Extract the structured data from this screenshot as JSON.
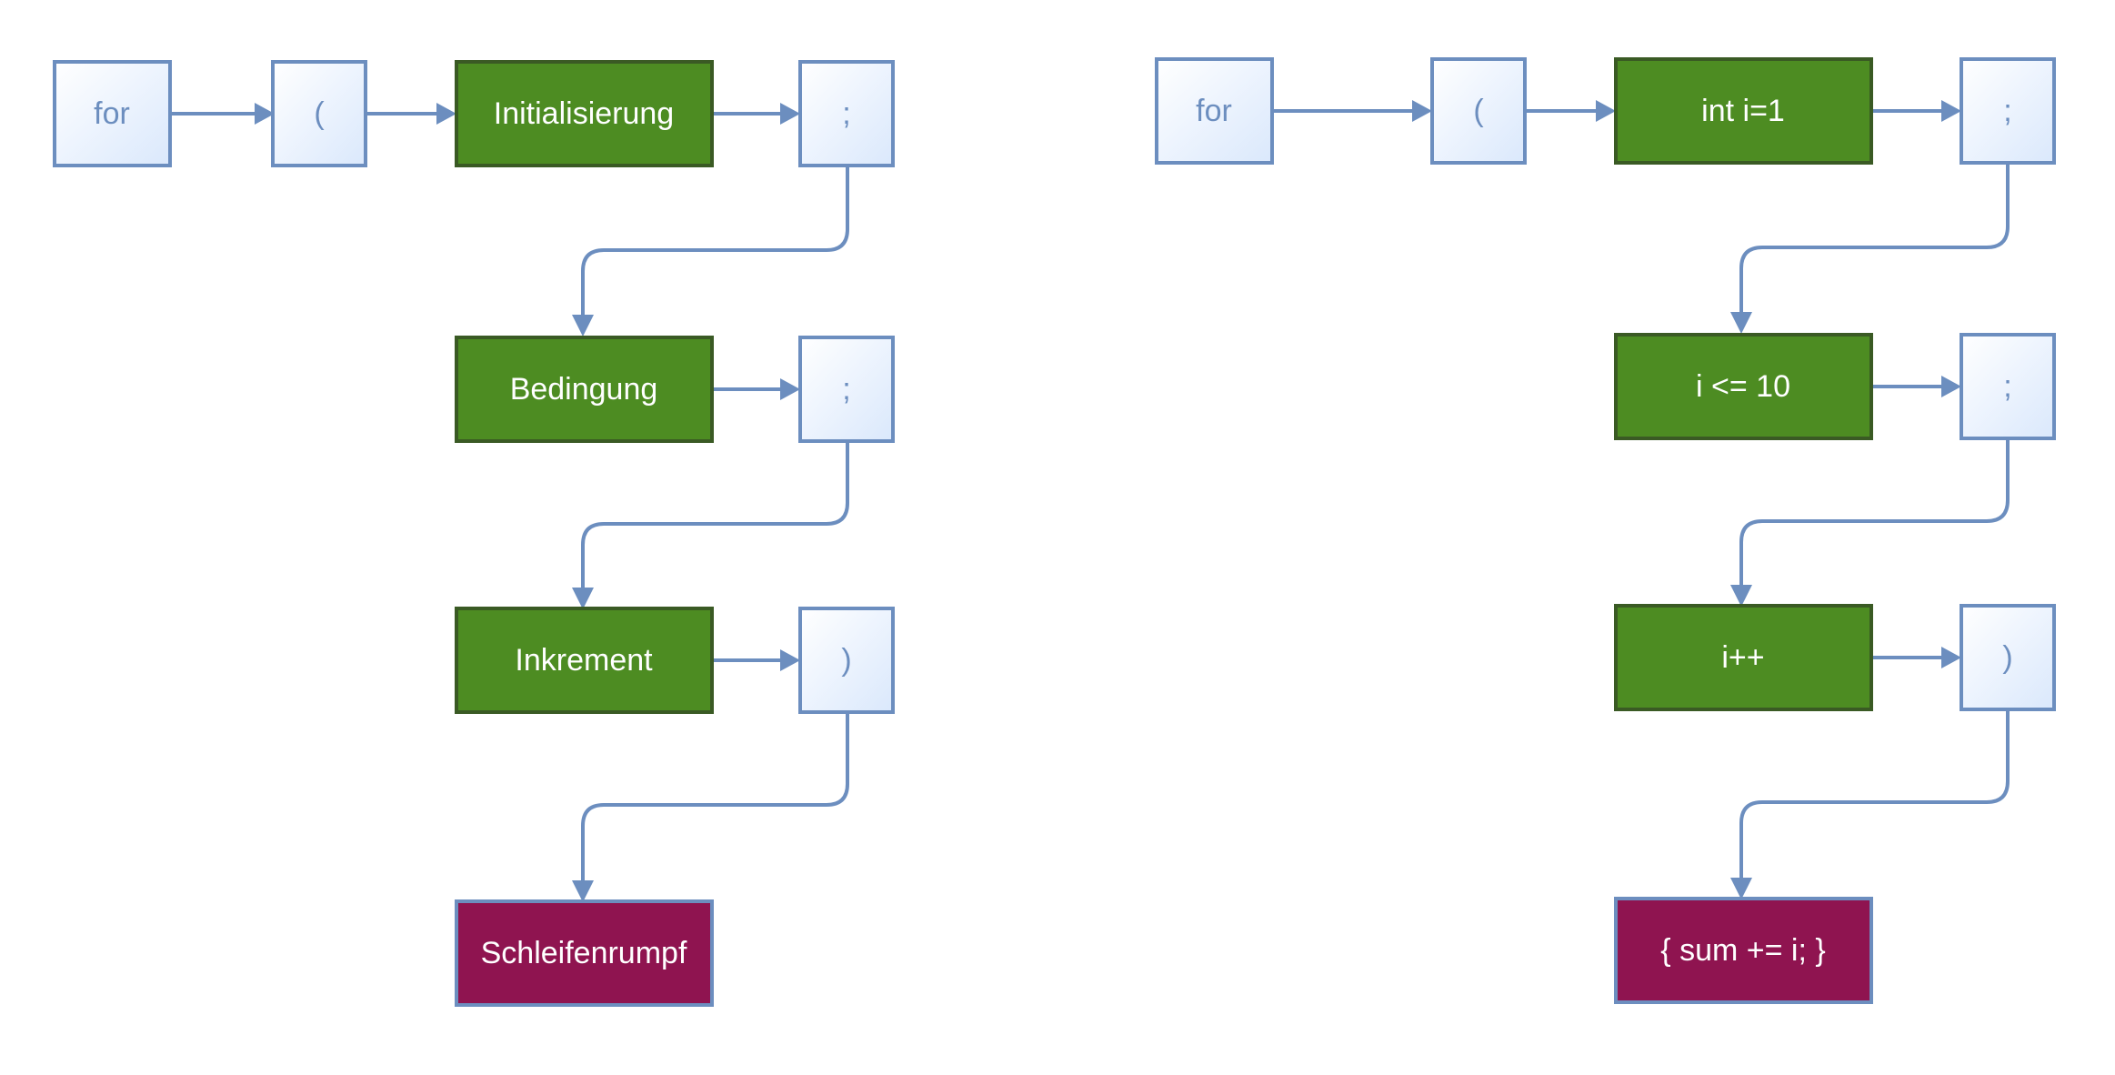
{
  "colors": {
    "token_fill_top": "#ffffff",
    "token_fill_bottom": "#dae8fc",
    "token_stroke": "#6c8ebf",
    "part_fill": "#4d8c22",
    "part_stroke": "#3a5a24",
    "body_fill": "#8f1450",
    "connector": "#6c8ebf"
  },
  "left_diagram": {
    "for_token": "for",
    "open_paren": "(",
    "init": "Initialisierung",
    "semicolon_1": ";",
    "condition": "Bedingung",
    "semicolon_2": ";",
    "increment": "Inkrement",
    "close_paren": ")",
    "body": "Schleifenrumpf"
  },
  "right_diagram": {
    "for_token": "for",
    "open_paren": "(",
    "init": "int i=1",
    "semicolon_1": ";",
    "condition": "i <= 10",
    "semicolon_2": ";",
    "increment": "i++",
    "close_paren": ")",
    "body": "{ sum += i; }"
  }
}
